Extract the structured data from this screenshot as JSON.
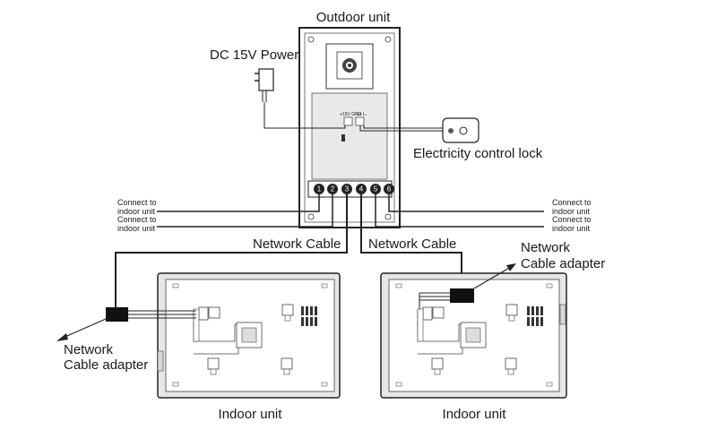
{
  "labels": {
    "outdoor_unit": "Outdoor unit",
    "dc_power": "DC 15V Power",
    "lock": "Electricity control lock",
    "network_cable_left": "Network Cable",
    "network_cable_right": "Network Cable",
    "adapter_right_line1": "Network",
    "adapter_right_line2": "Cable adapter",
    "adapter_left_line1": "Network",
    "adapter_left_line2": "Cable adapter",
    "indoor_left": "Indoor unit",
    "indoor_right": "Indoor unit",
    "pcb_marking_1": "+15V GND",
    "pcb_marking_2": "L+ L-"
  },
  "side_labels": {
    "left": [
      "Connect to",
      "indoor unit",
      "Connect to",
      "indoor unit"
    ],
    "right": [
      "Connect to",
      "indoor unit",
      "Connect to",
      "indoor unit"
    ]
  },
  "terminals": [
    "1",
    "2",
    "3",
    "4",
    "5",
    "6"
  ]
}
